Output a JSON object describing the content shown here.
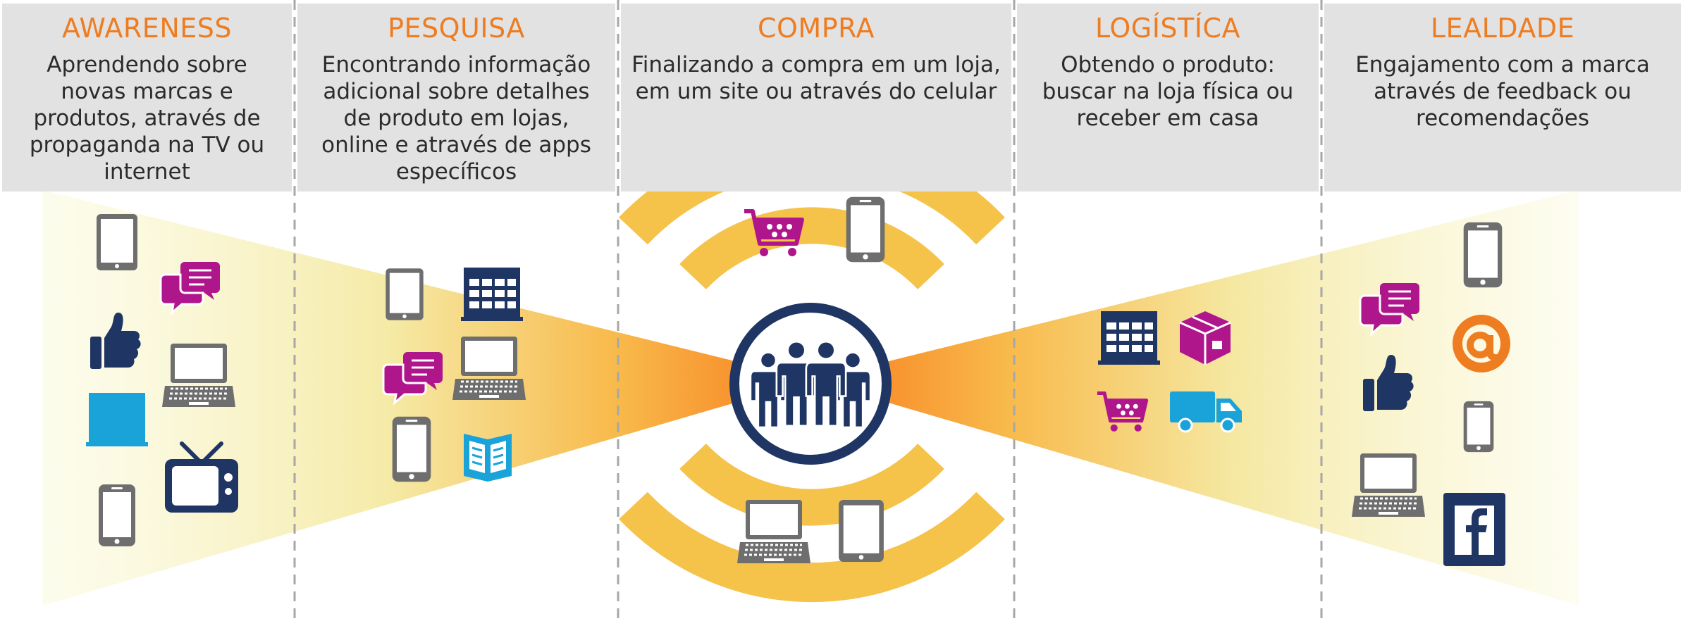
{
  "columns": [
    {
      "title": "AWARENESS",
      "description": "Aprendendo sobre novas marcas e produtos, através de propaganda na TV ou internet"
    },
    {
      "title": "PESQUISA",
      "description": "Encontrando informação adicional sobre detalhes de produto em lojas, online e através de apps específicos"
    },
    {
      "title": "COMPRA",
      "description": "Finalizando a compra em um loja, em um site ou através do celular"
    },
    {
      "title": "LOGÍSTÍCA",
      "description": "Obtendo o produto: buscar na loja física ou receber em casa"
    },
    {
      "title": "LEALDADE",
      "description": "Engajamento com a marca através de feedback ou recomendações"
    }
  ],
  "icon_groups": {
    "awareness": [
      "tablet-icon",
      "chat-bubbles-icon",
      "thumbs-up-icon",
      "laptop-icon",
      "building-icon",
      "smartphone-icon",
      "tv-icon"
    ],
    "pesquisa": [
      "tablet-icon",
      "building-icon",
      "chat-bubbles-icon",
      "laptop-icon",
      "smartphone-icon",
      "book-icon"
    ],
    "compra": [
      "shopping-cart-icon",
      "smartphone-icon",
      "people-group-icon",
      "laptop-icon",
      "tablet-icon"
    ],
    "logistica": [
      "building-icon",
      "package-icon",
      "shopping-cart-icon",
      "delivery-truck-icon"
    ],
    "lealdade": [
      "smartphone-icon",
      "chat-bubbles-icon",
      "at-sign-icon",
      "thumbs-up-icon",
      "smartphone-icon",
      "laptop-icon",
      "facebook-icon"
    ]
  },
  "colors": {
    "accent_orange": "#ee7d22",
    "header_gray": "#e3e2e3",
    "navy": "#1f3563",
    "magenta": "#b0168b",
    "cyan": "#1aa3d9",
    "device_gray": "#6e6e6e",
    "arc_yellow": "#f5c24a"
  }
}
